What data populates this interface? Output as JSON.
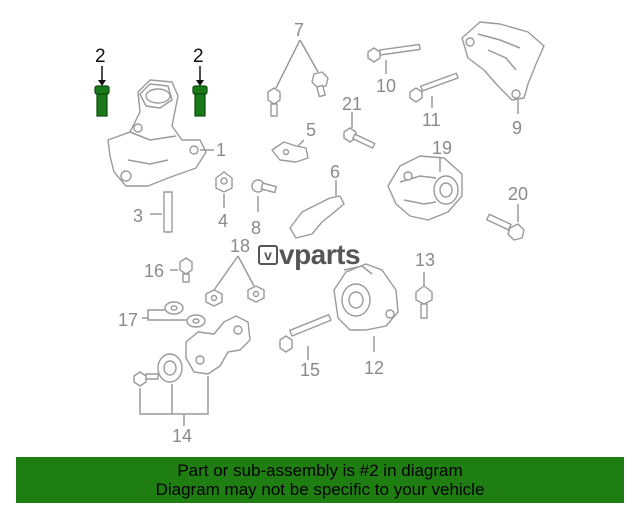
{
  "diagram": {
    "callouts": {
      "c1": "1",
      "c2a": "2",
      "c2b": "2",
      "c3": "3",
      "c4": "4",
      "c5": "5",
      "c6": "6",
      "c7": "7",
      "c8": "8",
      "c9": "9",
      "c10": "10",
      "c11": "11",
      "c12": "12",
      "c13": "13",
      "c14": "14",
      "c15": "15",
      "c16": "16",
      "c17": "17",
      "c18": "18",
      "c19": "19",
      "c20": "20",
      "c21": "21"
    },
    "highlighted_part": "2",
    "highlight_color": "#1a7a1a"
  },
  "logo": {
    "mark": "v",
    "text": "vparts"
  },
  "footer": {
    "line1": "Part or sub-assembly is #2 in diagram",
    "line2": "Diagram may not be specific to your vehicle",
    "background": "#1e7e12"
  }
}
